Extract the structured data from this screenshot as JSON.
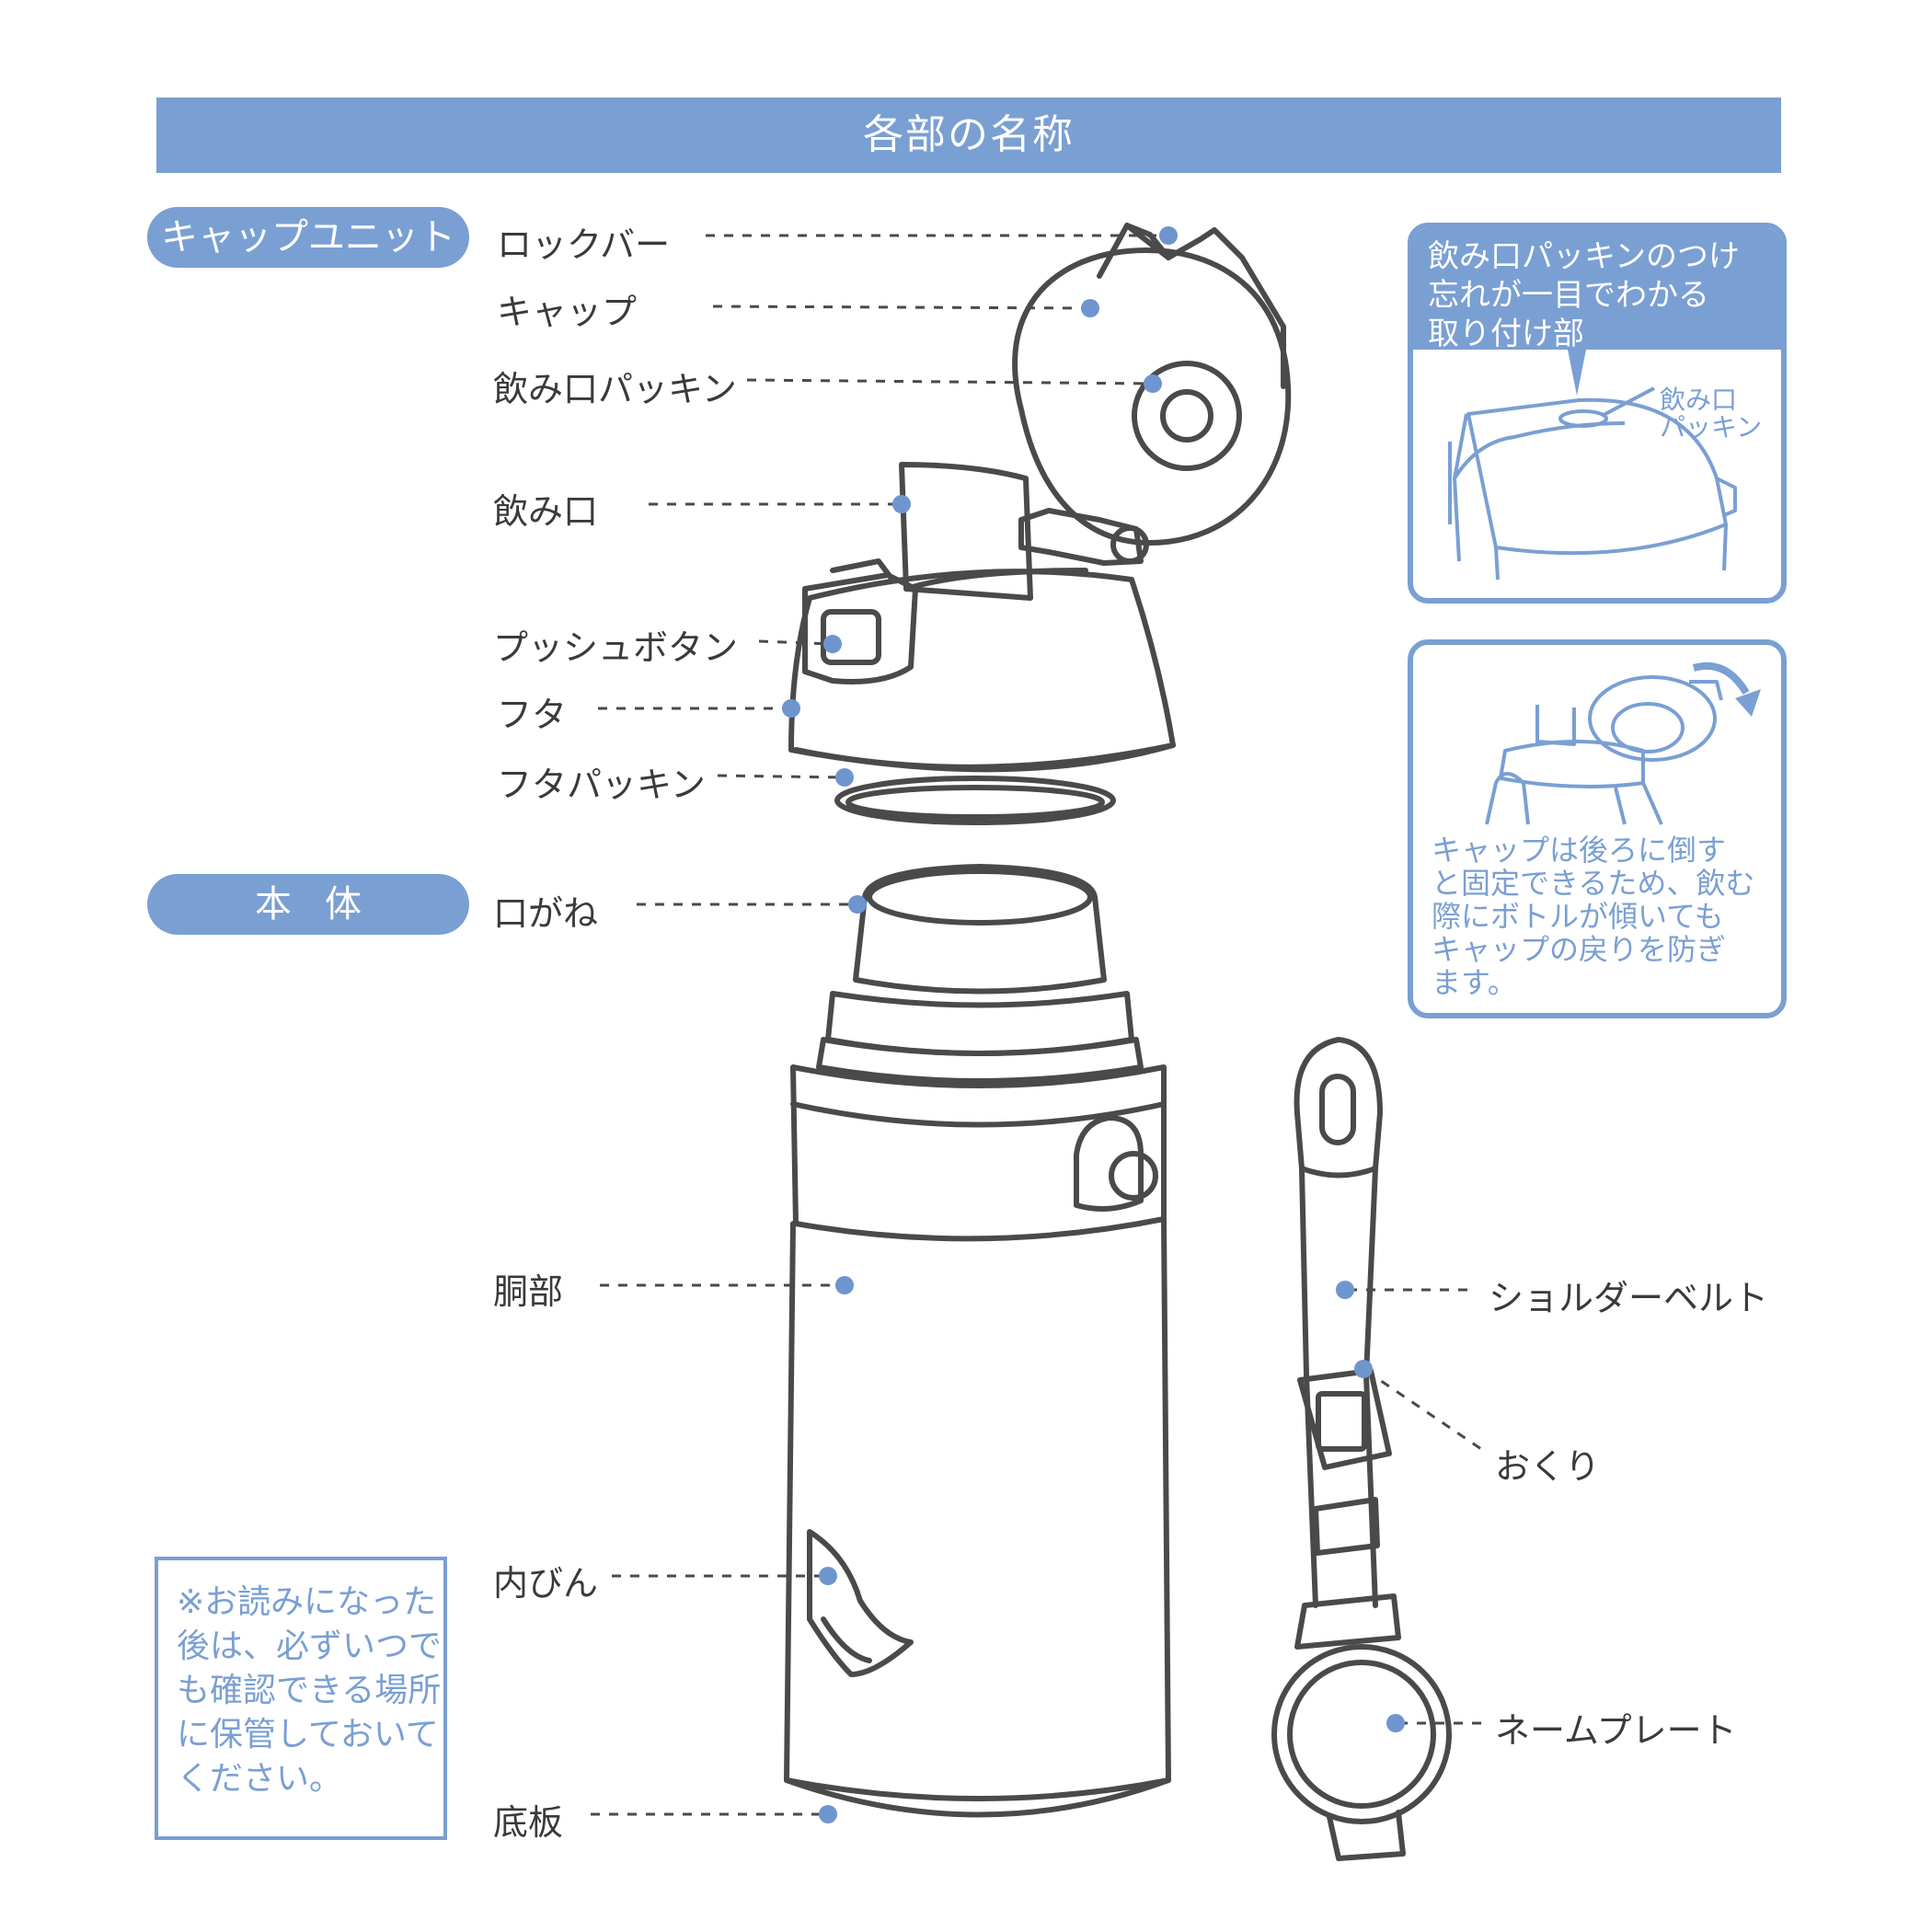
{
  "header": {
    "title": "各部の名称"
  },
  "sections": {
    "cap_unit": "キャップユニット",
    "body": "本体"
  },
  "parts": {
    "lock_bar": "ロックバー",
    "cap": "キャップ",
    "spout_packing": "飲み口パッキン",
    "spout": "飲み口",
    "push_button": "プッシュボタン",
    "lid": "フタ",
    "lid_packing": "フタパッキン",
    "mouth_ring": "口がね",
    "body_part": "胴部",
    "inner_bottle": "内びん",
    "bottom_plate": "底板",
    "shoulder_belt": "ショルダーベルト",
    "buckle": "おくり",
    "name_plate": "ネームプレート"
  },
  "info_box_1": {
    "heading_lines": [
      "飲み口パッキンのつけ",
      "忘れが一目でわかる",
      "取り付け部"
    ],
    "callout_lines": [
      "飲み口",
      "パッキン"
    ]
  },
  "info_box_2": {
    "note_lines": [
      "キャップは後ろに倒す",
      "と固定できるため、飲む",
      "際にボトルが傾いても",
      "キャップの戻りを防ぎ",
      "ます。"
    ]
  },
  "memo": {
    "lines": [
      "※お読みになった",
      "後は、必ずいつで",
      "も確認できる場所",
      "に保管しておいて",
      "ください。"
    ]
  },
  "colors": {
    "accent": "#7a9fd3",
    "line": "#4a4a4a",
    "dot": "#6f95cf"
  }
}
